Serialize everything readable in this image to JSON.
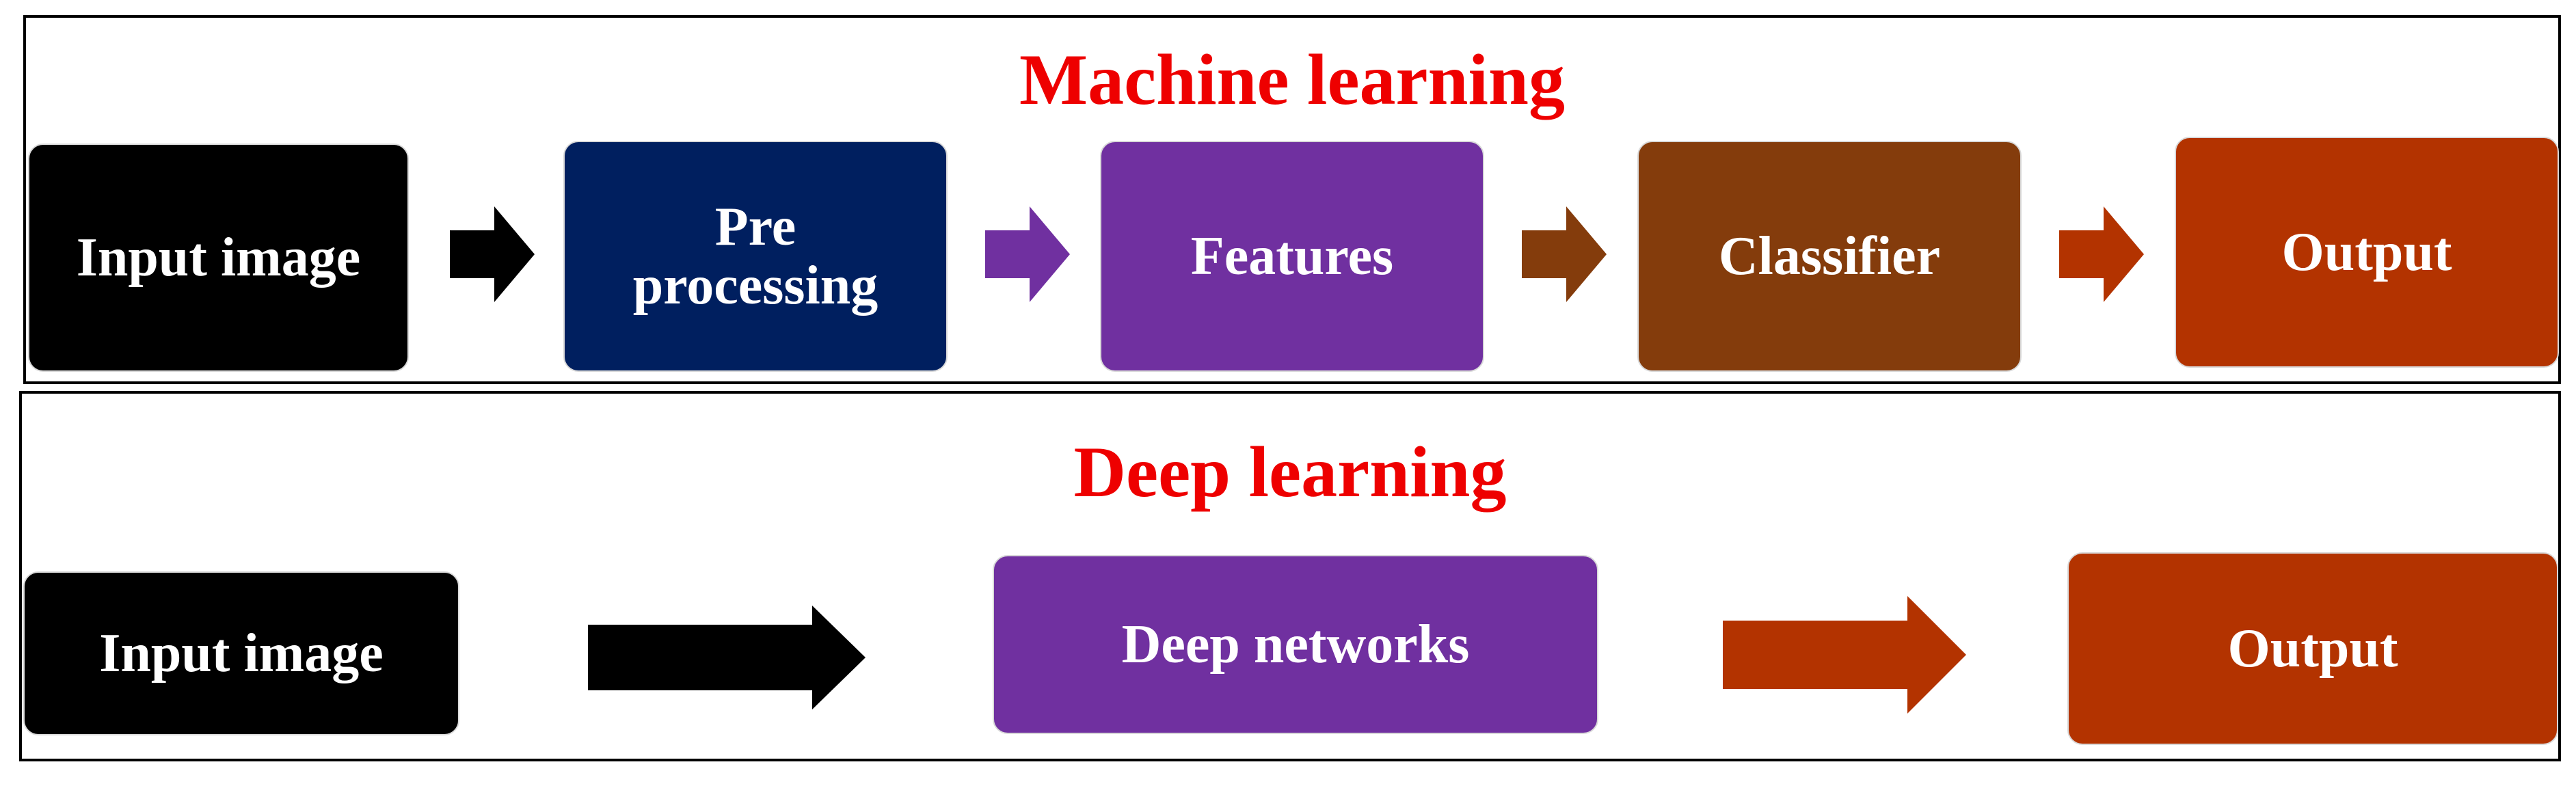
{
  "colors": {
    "title": "#ee0000",
    "input": "#000000",
    "preprocessing": "#001f5f",
    "features": "#7030a0",
    "classifier": "#843c0c",
    "output": "#b33300",
    "box_text": "#ffffff",
    "frame": "#000000"
  },
  "machine_learning": {
    "title": "Machine learning",
    "steps": [
      {
        "label_lines": [
          "Input image"
        ]
      },
      {
        "label_lines": [
          "Pre",
          "processing"
        ]
      },
      {
        "label_lines": [
          "Features"
        ]
      },
      {
        "label_lines": [
          "Classifier"
        ]
      },
      {
        "label_lines": [
          "Output"
        ]
      }
    ]
  },
  "deep_learning": {
    "title": "Deep learning",
    "steps": [
      {
        "label_lines": [
          "Input image"
        ]
      },
      {
        "label_lines": [
          "Deep networks"
        ]
      },
      {
        "label_lines": [
          "Output"
        ]
      }
    ]
  }
}
